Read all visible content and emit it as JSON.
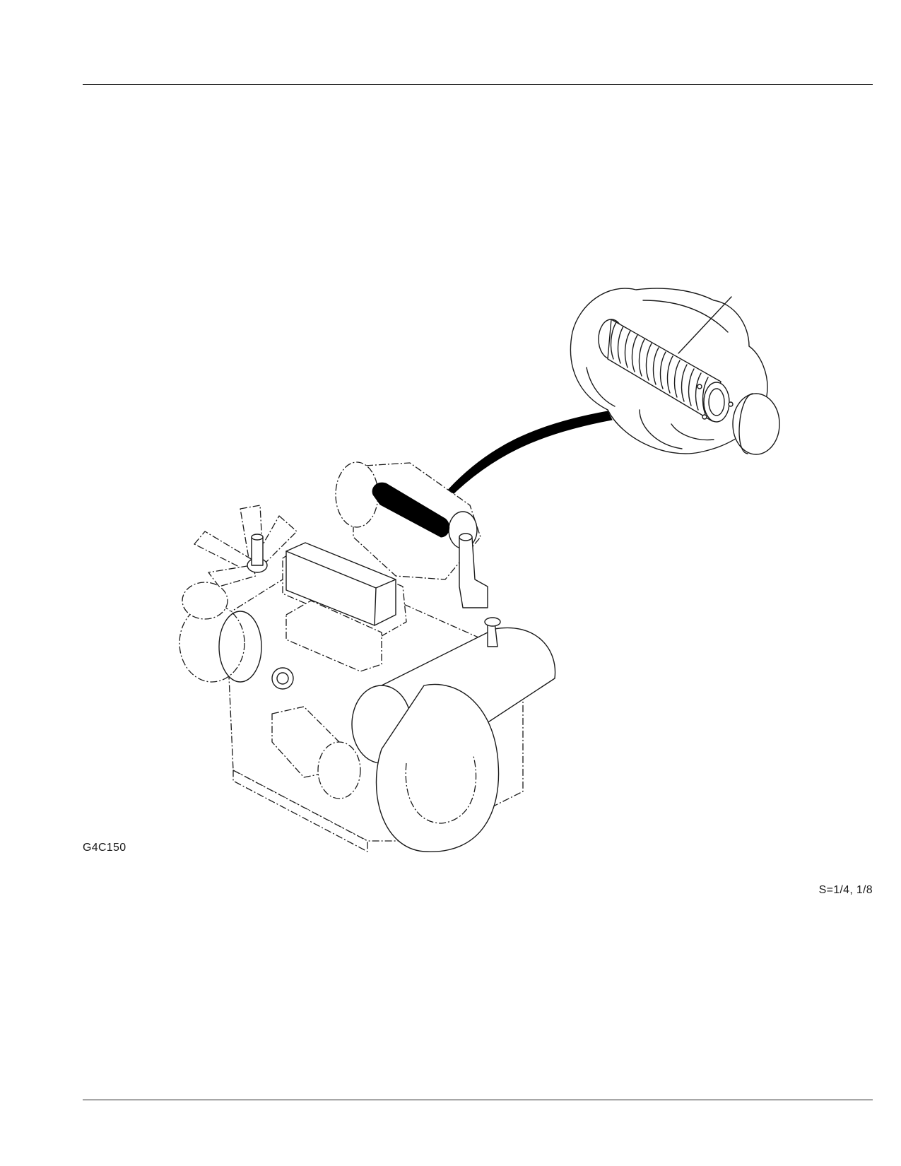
{
  "figure": {
    "code": "G4C150",
    "scale_note": "S=1/4, 1/8",
    "illustration_icon": "engine-air-cleaner-element-exploded-view"
  },
  "colors": {
    "line": "#1a1a1a",
    "highlight": "#000000",
    "background": "#ffffff"
  }
}
